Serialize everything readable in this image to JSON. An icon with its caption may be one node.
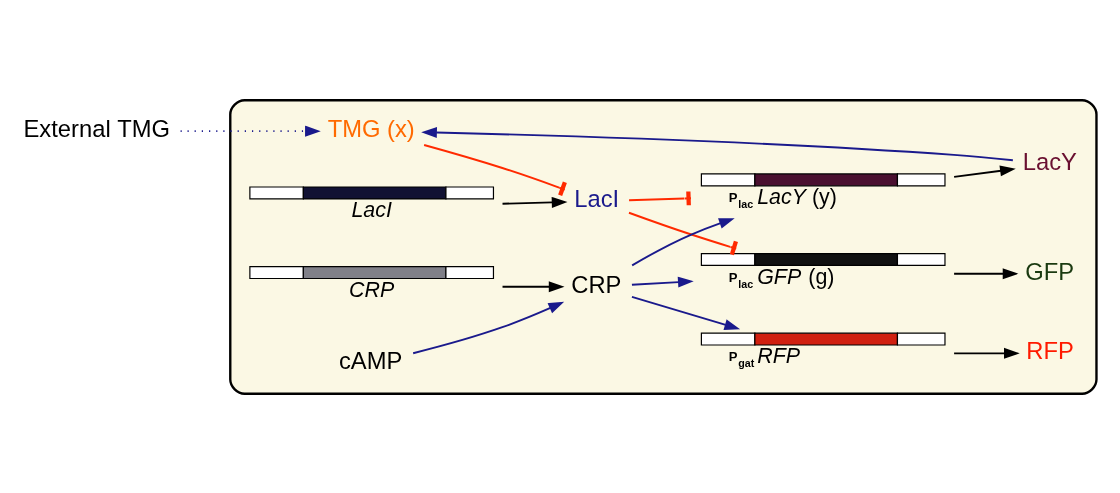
{
  "diagram": {
    "nodes": [
      {
        "text": [],
        "shape": "box"
      },
      {
        "text": [
          "TMG (x)"
        ],
        "in": 0
      },
      {
        "text": [
          "LacI"
        ],
        "in": 0
      },
      {
        "text": [
          "*LacI*"
        ],
        "in": 0
      },
      {
        "text": [
          "CRP"
        ],
        "in": 0
      },
      {
        "text": [
          "*CRP*"
        ],
        "in": 0
      },
      {
        "text": [
          "cAMP"
        ],
        "in": 0
      },
      {
        "text": [
          "P$_{lac}$",
          "*LacY* (y)"
        ],
        "in": 0
      },
      {
        "text": [
          "LacY"
        ],
        "in": 0
      },
      {
        "text": [
          "P$_{lac}$",
          "*GFP* (g)"
        ],
        "in": 0
      },
      {
        "text": [
          "GFP"
        ],
        "in": 0
      },
      {
        "text": [
          "P$_{gat}$",
          "*RFP*"
        ],
        "in": 0
      },
      {
        "text": [
          "RFP"
        ],
        "in": 0
      },
      {
        "text": [
          "External TMG"
        ]
      }
    ],
    "edges": [
      {
        "from": 3,
        "to": 2,
        "arrow": "to",
        "color": "#000000"
      },
      {
        "from": 5,
        "to": 4,
        "arrow": "to",
        "color": "#000000"
      },
      {
        "from": 7,
        "to": 8,
        "arrow": "to",
        "color": "#000000"
      },
      {
        "from": 9,
        "to": 10,
        "arrow": "to",
        "color": "#000000"
      },
      {
        "from": 11,
        "to": 12,
        "arrow": "to",
        "color": "#000000"
      },
      {
        "from": 1,
        "to": 2,
        "arrow": "other",
        "color": "#ff2a00"
      },
      {
        "from": 2,
        "to": 7,
        "arrow": "other",
        "color": "#ff2a00"
      },
      {
        "from": 2,
        "to": 9,
        "arrow": "other",
        "color": "#ff2a00"
      },
      {
        "from": 4,
        "to": 7,
        "arrow": "to",
        "color": "#1a1a8c"
      },
      {
        "from": 4,
        "to": 9,
        "arrow": "to",
        "color": "#1a1a8c"
      },
      {
        "from": 4,
        "to": 11,
        "arrow": "to",
        "color": "#1a1a8c"
      },
      {
        "from": 6,
        "to": 4,
        "arrow": "to",
        "color": "#1a1a8c"
      },
      {
        "from": 13,
        "to": 1,
        "arrow": "to",
        "style": "dashed",
        "color": "#1a1a8c"
      },
      {
        "from": 8,
        "to": 1,
        "arrow": "to",
        "color": "#1a1a8c"
      }
    ]
  }
}
